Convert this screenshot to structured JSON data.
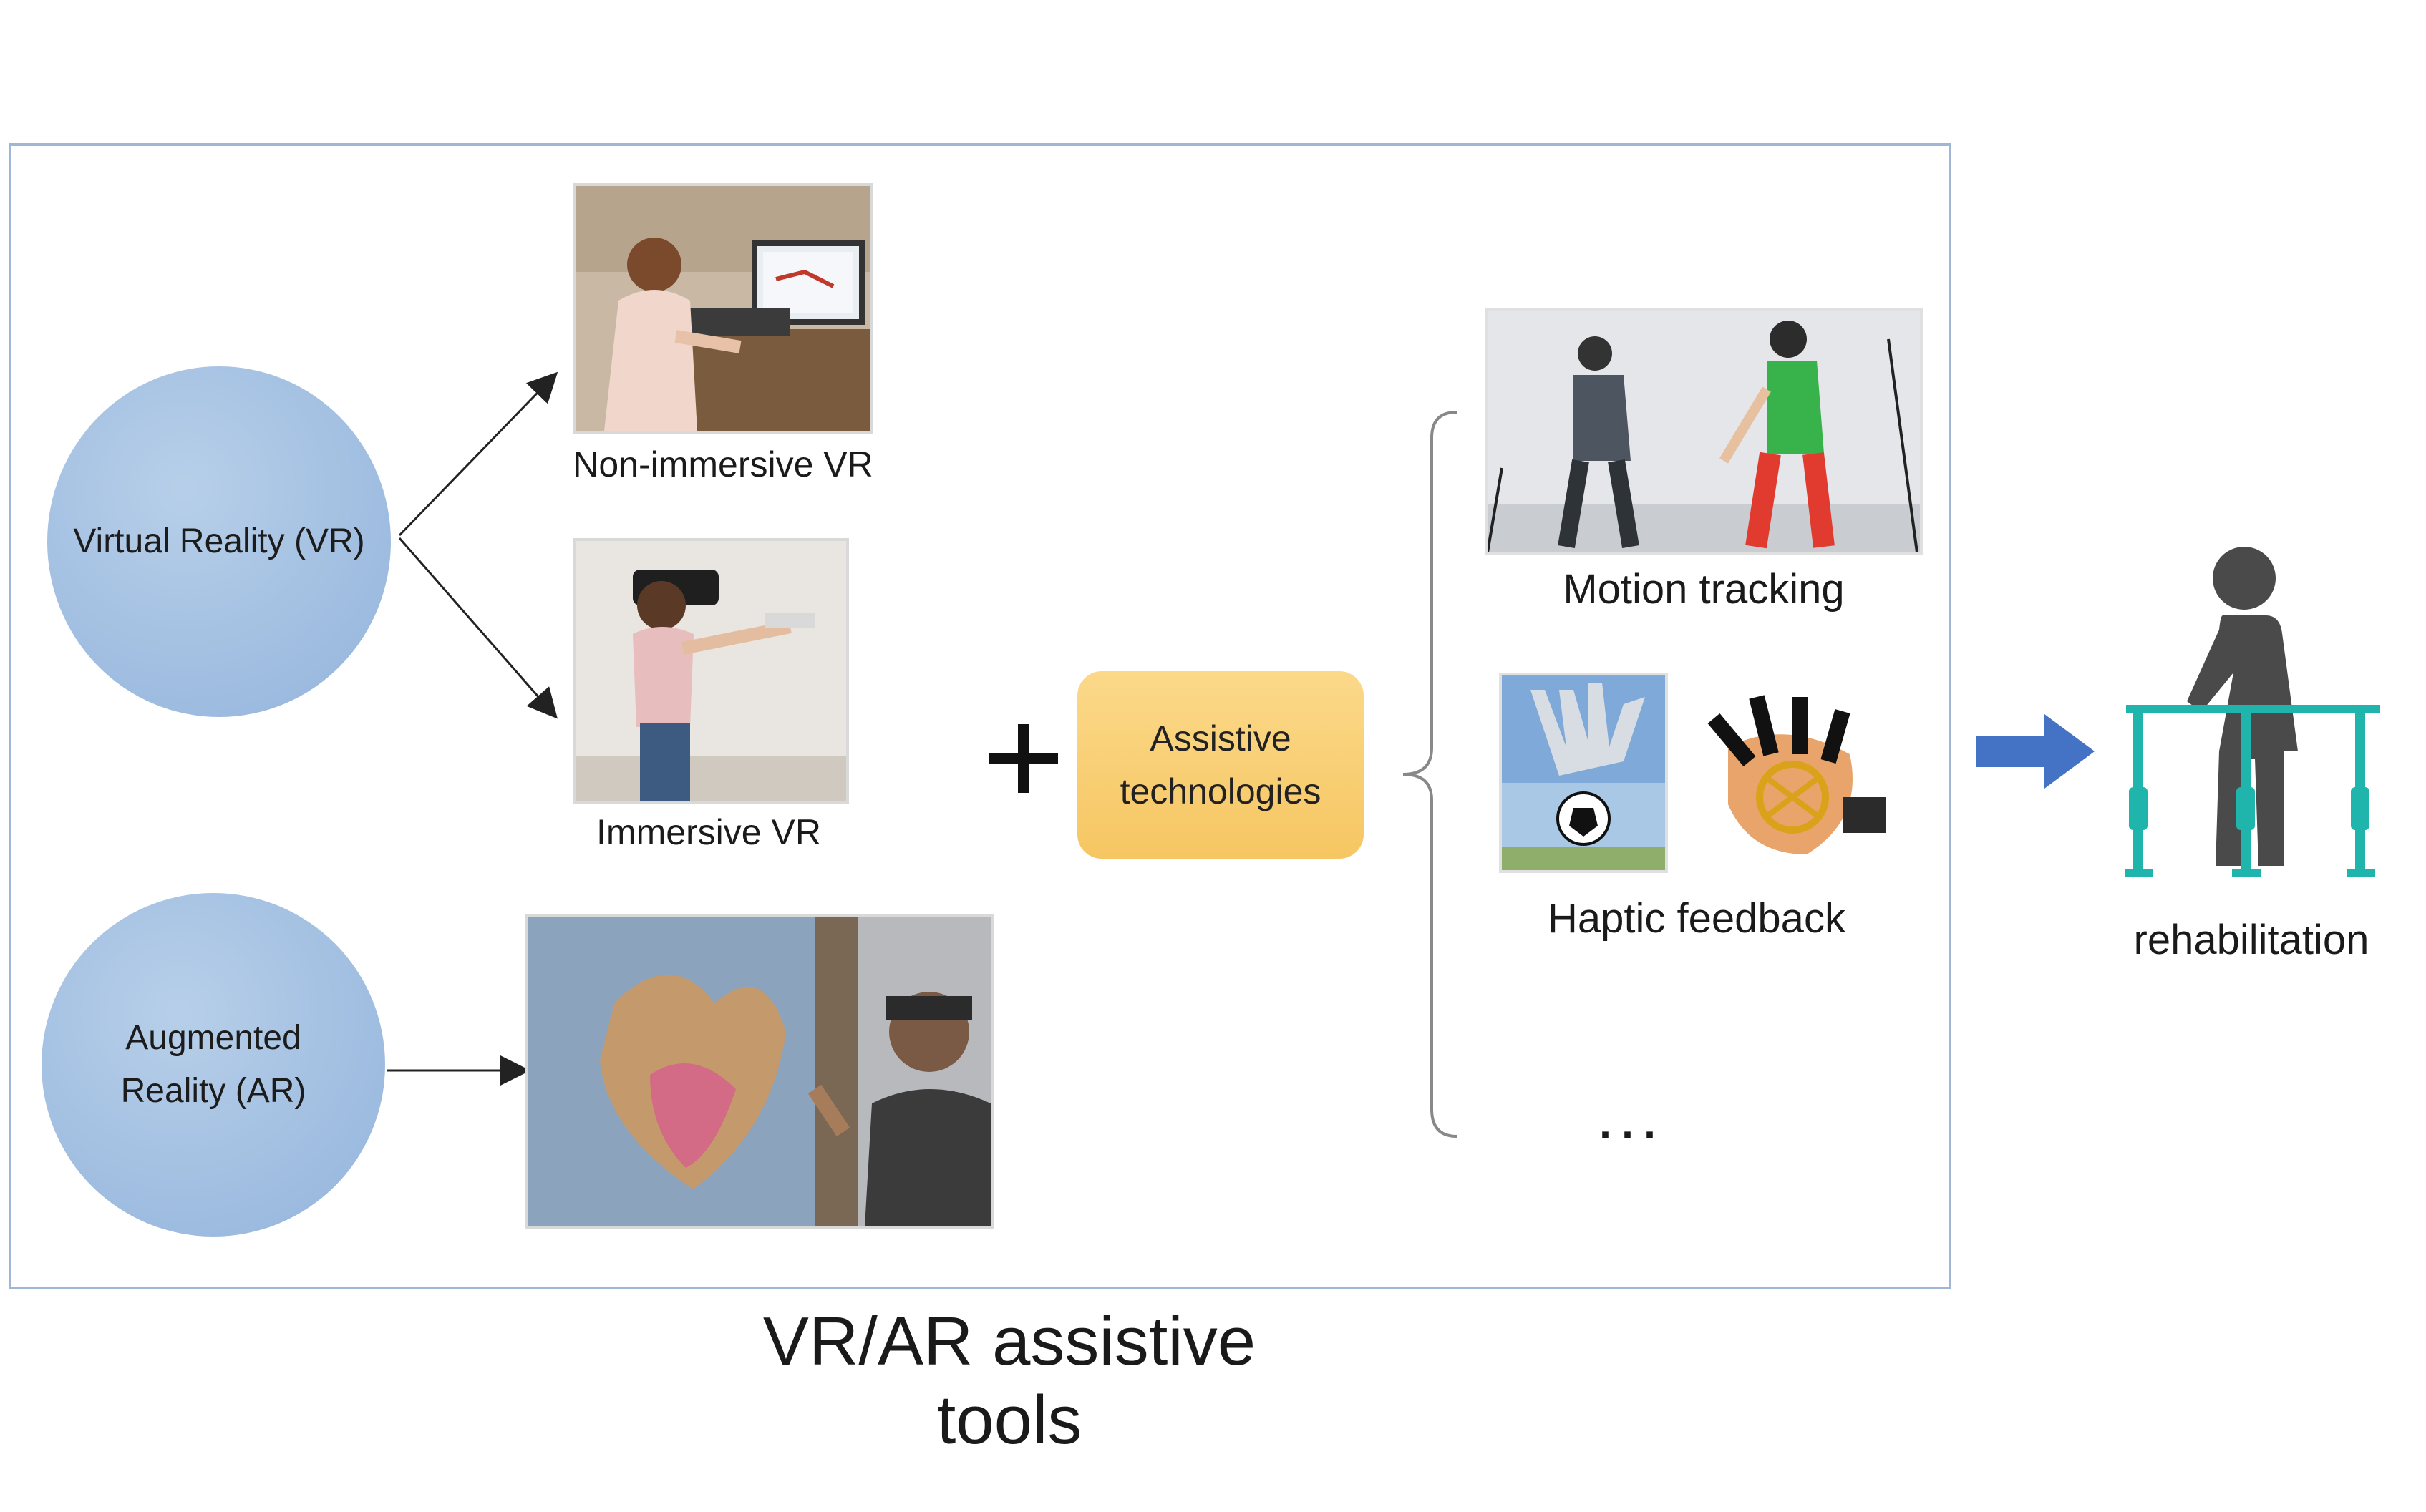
{
  "diagram": {
    "title": "VR/AR assistive tools",
    "vr_circle": "Virtual Reality (VR)",
    "ar_circle_line1": "Augmented",
    "ar_circle_line2": "Reality (AR)",
    "non_immersive_caption": "Non-immersive VR",
    "immersive_caption": "Immersive VR",
    "assistive_line1": "Assistive",
    "assistive_line2": "technologies",
    "motion_caption": "Motion tracking",
    "haptic_caption": "Haptic feedback",
    "more": "...",
    "outcome": "rehabilitation"
  },
  "colors": {
    "circle": "#9fbde2",
    "frame": "#9fb6d4",
    "assistive_box": "#f8cf73",
    "arrow": "#4472c4",
    "parallel_bars": "#1fb5ad",
    "figure": "#4a4a4a"
  },
  "icons": [
    "plus-icon",
    "right-arrow-icon",
    "rehabilitation-figure-icon"
  ]
}
